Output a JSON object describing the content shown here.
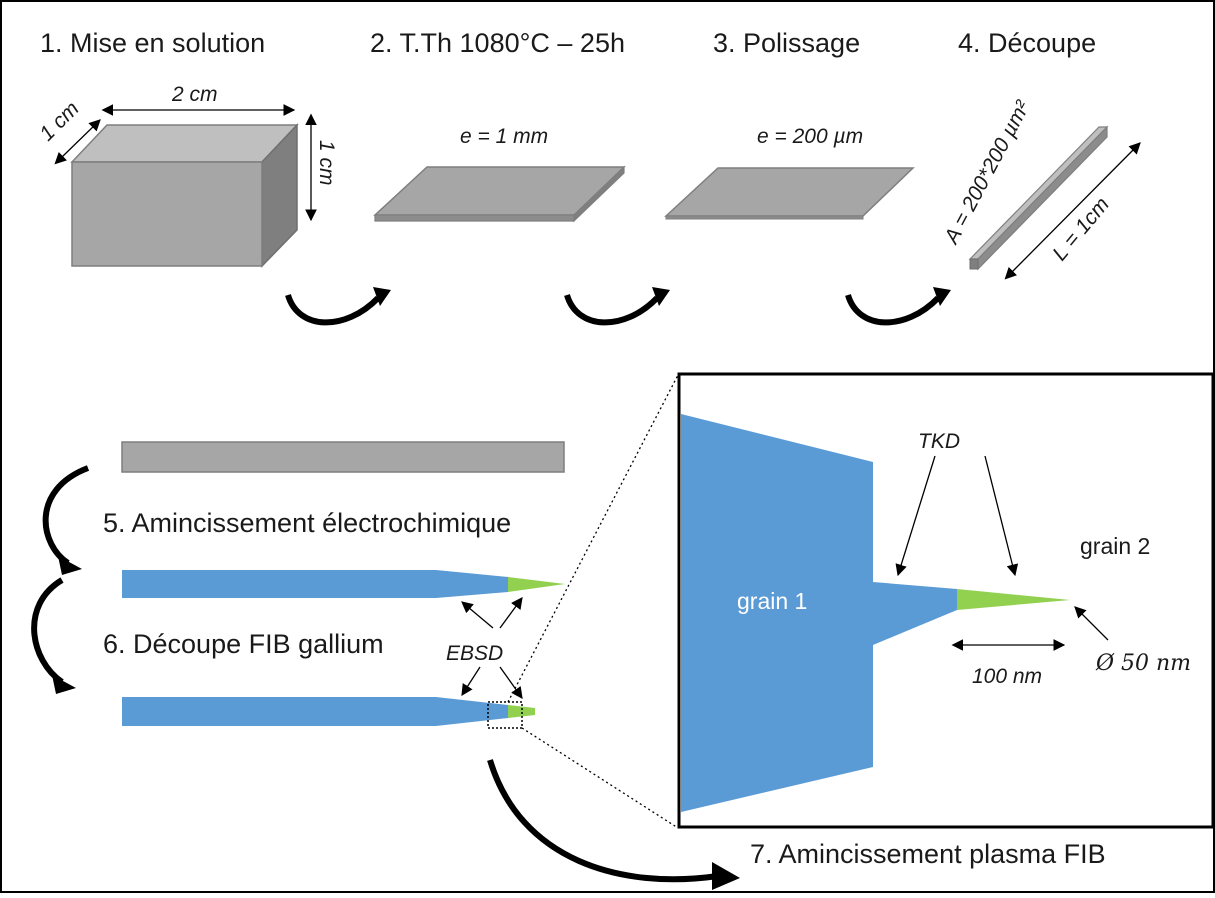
{
  "steps": {
    "s1": "1. Mise en solution",
    "s2": "2. T.Th 1080°C – 25h",
    "s3": "3. Polissage",
    "s4": "4. Découpe",
    "s5": "5. Amincissement électrochimique",
    "s6": "6. Découpe FIB gallium",
    "s7": "7. Amincissement plasma FIB"
  },
  "dimensions": {
    "block_depth": "1 cm",
    "block_width": "2 cm",
    "block_height": "1 cm",
    "plate1_thickness": "e = 1 mm",
    "plate2_thickness": "e = 200 µm",
    "bar_area": "A = 200*200 µm²",
    "bar_length": "L = 1cm"
  },
  "labels": {
    "ebsd": "EBSD",
    "tkd": "TKD",
    "grain1": "grain 1",
    "grain2": "grain 2",
    "tip_length": "100 nm",
    "tip_diameter": "Ø 50 nm"
  },
  "colors": {
    "gray_face": "#a6a6a6",
    "gray_side": "#7f7f7f",
    "gray_top": "#bfbfbf",
    "blue": "#5b9bd5",
    "green": "#92d050",
    "outline": "#000000"
  }
}
